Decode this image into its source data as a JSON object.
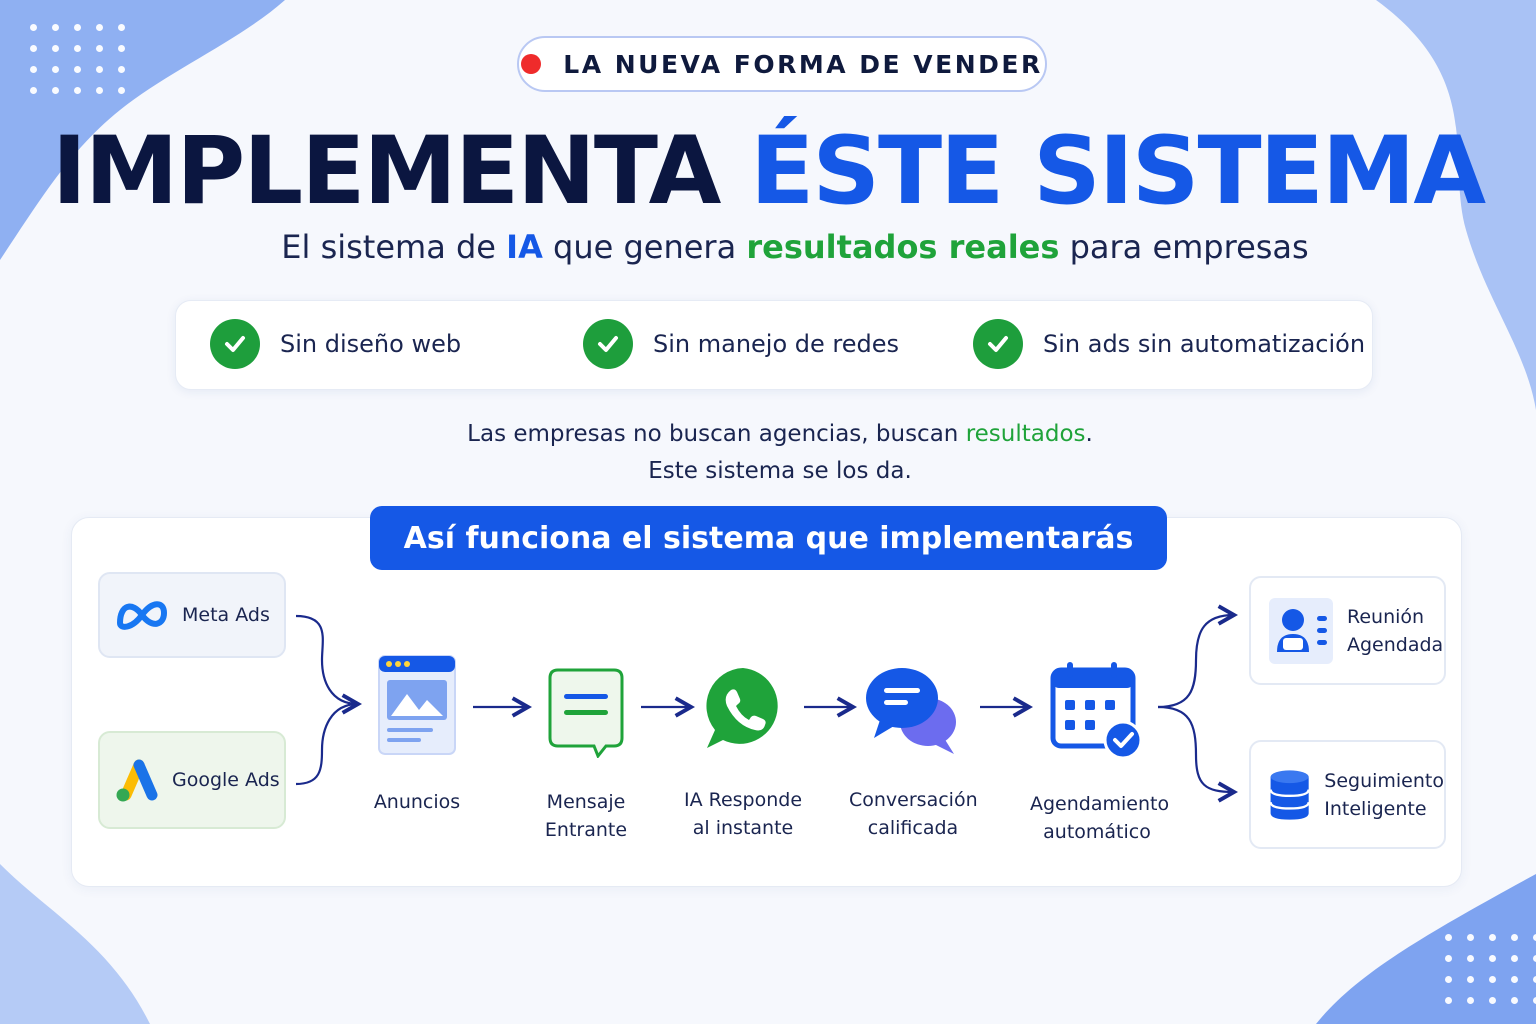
{
  "badge": {
    "text": "LA NUEVA FORMA DE VENDER"
  },
  "hero": {
    "dark": "IMPLEMENTA",
    "blue": "ÉSTE SISTEMA"
  },
  "subtitle": {
    "part1": "El sistema de ",
    "ia": "IA",
    "part2": " que genera ",
    "green": "resultados reales",
    "part3": " para empresas"
  },
  "checks": [
    {
      "label": "Sin diseño web",
      "icon": "check-circle-icon"
    },
    {
      "label": "Sin manejo de redes",
      "icon": "check-circle-icon"
    },
    {
      "label": "Sin ads sin automatización",
      "icon": "check-circle-icon"
    }
  ],
  "note": {
    "line1_a": "Las empresas no buscan agencias, buscan ",
    "line1_green": "resultados",
    "line1_b": ".",
    "line2": "Este sistema se los da."
  },
  "flow": {
    "title": "Así funciona el sistema que implementarás",
    "sources": [
      {
        "label": "Meta Ads",
        "icon": "meta-logo-icon"
      },
      {
        "label": "Google Ads",
        "icon": "google-ads-logo-icon"
      }
    ],
    "steps": [
      {
        "label": "Anuncios",
        "icon": "ad-browser-icon"
      },
      {
        "label": "Mensaje\nEntrante",
        "icon": "message-icon"
      },
      {
        "label": "IA Responde\nal instante",
        "icon": "whatsapp-icon"
      },
      {
        "label": "Conversación\ncalificada",
        "icon": "chat-bubbles-icon"
      },
      {
        "label": "Agendamiento\nautomático",
        "icon": "calendar-check-icon"
      }
    ],
    "outputs": [
      {
        "label": "Reunión\nAgendada",
        "icon": "contact-card-icon"
      },
      {
        "label": "Seguimiento\nInteligente",
        "icon": "database-icon"
      }
    ]
  },
  "colors": {
    "brand_blue": "#1558e6",
    "navy": "#0b1640",
    "green": "#1fa33a",
    "red_dot": "#ef2b2b"
  }
}
